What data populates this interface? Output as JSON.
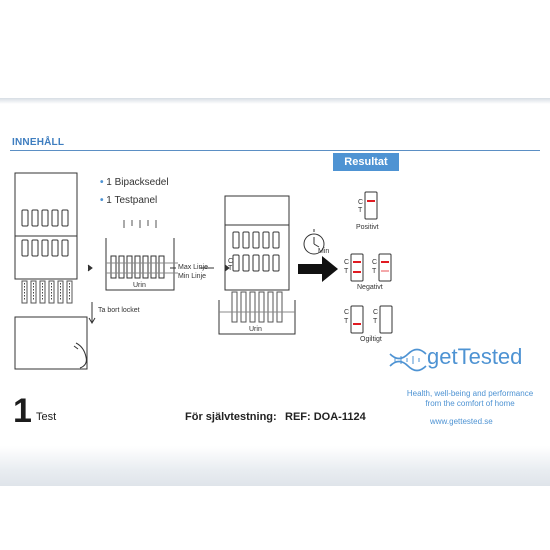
{
  "header": {
    "title": "INNEHÅLL"
  },
  "contents": {
    "items": [
      {
        "bullet": "•",
        "label": "1 Bipacksedel"
      },
      {
        "bullet": "•",
        "label": "1 Testpanel"
      }
    ]
  },
  "steps": {
    "remove_cap": "Ta bort locket",
    "max_line": "Max Linje",
    "min_line": "Min Linje",
    "urine_1": "Urin",
    "urine_2": "Urin",
    "timer_unit": "Min",
    "panel_c": "C",
    "panel_t": "T"
  },
  "results": {
    "heading": "Resultat",
    "positive": "Positivt",
    "negative": "Negativt",
    "invalid": "Ogiltigt",
    "c_label": "C",
    "t_label": "T"
  },
  "brand": {
    "name": "getTested",
    "tagline_1": "Health, well-being and performance",
    "tagline_2": "from the comfort of home",
    "website": "www.gettested.se",
    "accent": "#4e93d3"
  },
  "footer": {
    "count": "1",
    "count_label": "Test",
    "self_test": "För självtestning:",
    "ref": "REF: DOA-1124"
  }
}
